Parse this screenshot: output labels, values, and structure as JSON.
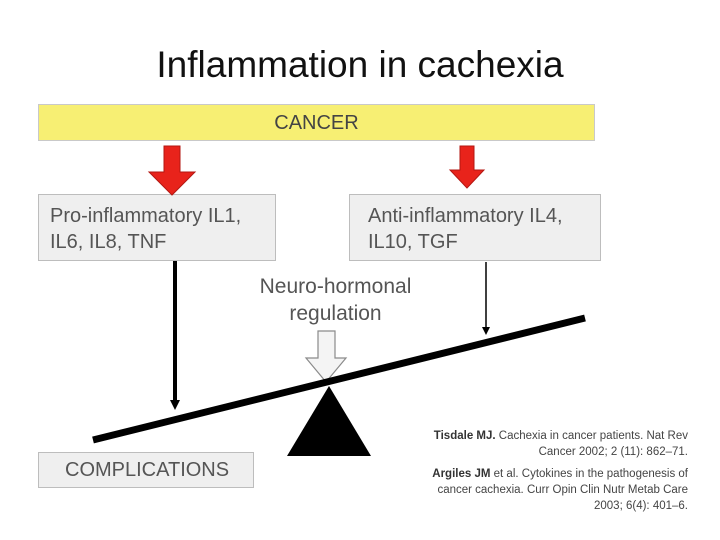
{
  "slide": {
    "title": "Inflammation in cachexia"
  },
  "diagram": {
    "top_box": "CANCER",
    "left_box_line1": "Pro-inflammatory IL1,",
    "left_box_line2": "IL6, IL8, TNF",
    "right_box_line1": "Anti-inflammatory IL4,",
    "right_box_line2": "IL10, TGF",
    "middle_label_line1": "Neuro-hormonal",
    "middle_label_line2": "regulation",
    "bottom_box": "COMPLICATIONS",
    "colors": {
      "cancer_fill": "#f7ef73",
      "box_fill": "#efefef",
      "arrow_red": "#e8231b",
      "beam": "#000000"
    }
  },
  "references": [
    {
      "author": "Tisdale MJ.",
      "line1_rest": " Cachexia in cancer patients. Nat Rev",
      "line2": "Cancer 2002; 2 (11): 862–71."
    },
    {
      "author": "Argiles JM",
      "line1_rest": " et al. Cytokines in the pathogenesis of",
      "line2": "cancer cachexia. Curr Opin Clin Nutr Metab Care",
      "line3": "2003; 6(4): 401–6."
    }
  ]
}
